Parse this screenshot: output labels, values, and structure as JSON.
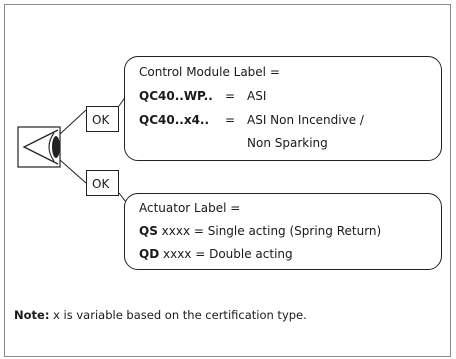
{
  "diagram": {
    "ok_label_top": "OK",
    "ok_label_bottom": "OK",
    "control_module": {
      "title": "Control Module Label =",
      "rows": [
        {
          "code": "QC40..WP..",
          "eq": "=",
          "value": "ASI"
        },
        {
          "code": "QC40..x4..",
          "eq": "=",
          "value": "ASI Non Incendive /",
          "value_cont": "Non Sparking"
        }
      ]
    },
    "actuator": {
      "title": "Actuator Label =",
      "rows": [
        {
          "code": "QS",
          "text": " xxxx = Single acting (Spring Return)"
        },
        {
          "code": "QD",
          "text": " xxxx = Double acting"
        }
      ]
    }
  },
  "note": {
    "label": "Note:",
    "text": " x is variable based on the certification type."
  }
}
